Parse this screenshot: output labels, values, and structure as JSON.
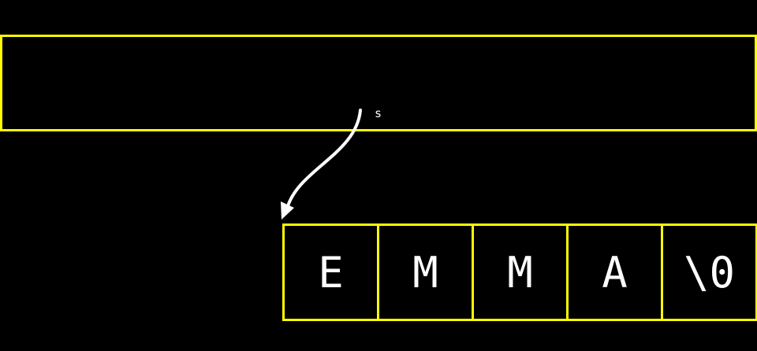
{
  "colors": {
    "background": "#000000",
    "border": "#ffff00",
    "text": "#ffffff",
    "arrow": "#ffffff"
  },
  "pointer": {
    "label": "s"
  },
  "array": {
    "cells": [
      "E",
      "M",
      "M",
      "A",
      "\\0"
    ]
  }
}
